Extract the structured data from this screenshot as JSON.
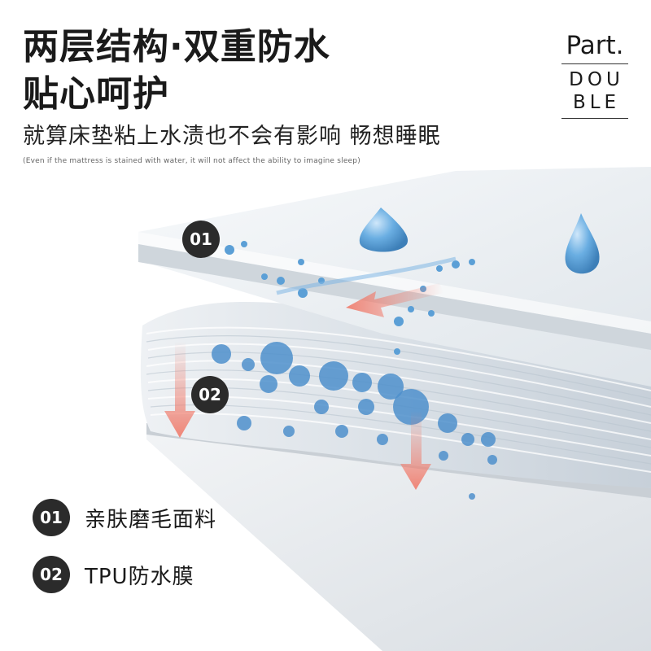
{
  "headline": {
    "line1": "两层结构·双重防水",
    "line2": "贴心呵护"
  },
  "subheadline": "就算床垫粘上水渍也不会有影响 畅想睡眠",
  "caption": "(Even if the mattress is stained with water, it will not affect the ability to imagine sleep)",
  "part_block": {
    "word": "Part.",
    "sub_line1": "DOU",
    "sub_line2": "BLE"
  },
  "callouts": [
    {
      "number": "01"
    },
    {
      "number": "02"
    }
  ],
  "legend": [
    {
      "number": "01",
      "label": "亲肤磨毛面料"
    },
    {
      "number": "02",
      "label": "TPU防水膜"
    }
  ],
  "colors": {
    "text": "#1a1a1a",
    "badge": "#2b2b2b",
    "water": "#5b9fd6",
    "arrow": "#f07a6a"
  }
}
